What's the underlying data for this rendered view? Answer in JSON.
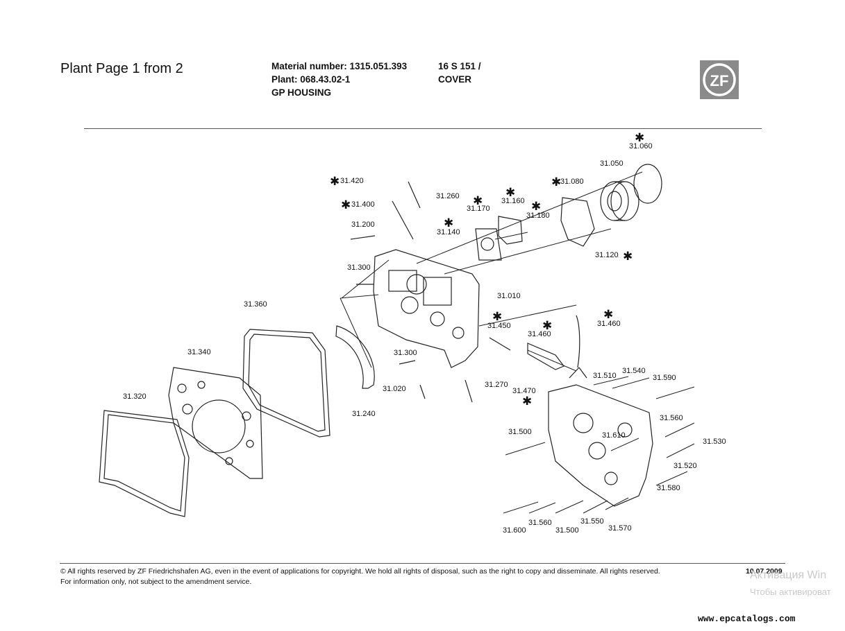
{
  "header": {
    "title": "Plant Page 1 from 2",
    "material_line": "Material number: 1315.051.393",
    "plant_line": "Plant: 068.43.02-1",
    "group_line": "GP HOUSING",
    "type_line": "16 S 151 /",
    "cover_line": "COVER",
    "logo_text": "ZF"
  },
  "diagram": {
    "labels": [
      "31.060",
      "31.050",
      "31.080",
      "31.420",
      "31.260",
      "31.400",
      "31.170",
      "31.160",
      "31.180",
      "31.140",
      "31.200",
      "31.120",
      "31.300",
      "31.010",
      "31.360",
      "31.450",
      "31.460",
      "31.460",
      "31.340",
      "31.300",
      "31.510",
      "31.540",
      "31.590",
      "31.020",
      "31.270",
      "31.470",
      "31.320",
      "31.240",
      "31.560",
      "31.500",
      "31.610",
      "31.530",
      "31.520",
      "31.580",
      "31.560",
      "31.550",
      "31.600",
      "31.500",
      "31.570"
    ],
    "star_symbol": "✱"
  },
  "footer": {
    "copyright": "© All rights reserved by ZF Friedrichshafen AG, even in the event of applications for copyright. We hold all rights of disposal, such as the right to copy and disseminate. All rights reserved.",
    "info": "For information only, not subject to the amendment service.",
    "date": "10.07.2009",
    "activation_title": "Активация Win",
    "activation_sub": "Чтобы активироват",
    "website": "www.epcatalogs.com"
  }
}
